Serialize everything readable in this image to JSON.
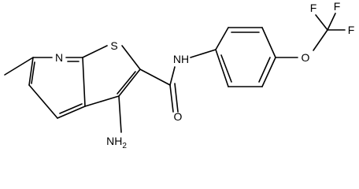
{
  "structure": {
    "atoms": {
      "N_pyridine": "N",
      "S_thiophene": "S",
      "NH_amide": "NH",
      "O_carbonyl": "O",
      "O_ether": "O",
      "F_1": "F",
      "F_2": "F",
      "F_3": "F",
      "NH2_amino": "NH",
      "NH2_amino_subscript": "2"
    }
  }
}
